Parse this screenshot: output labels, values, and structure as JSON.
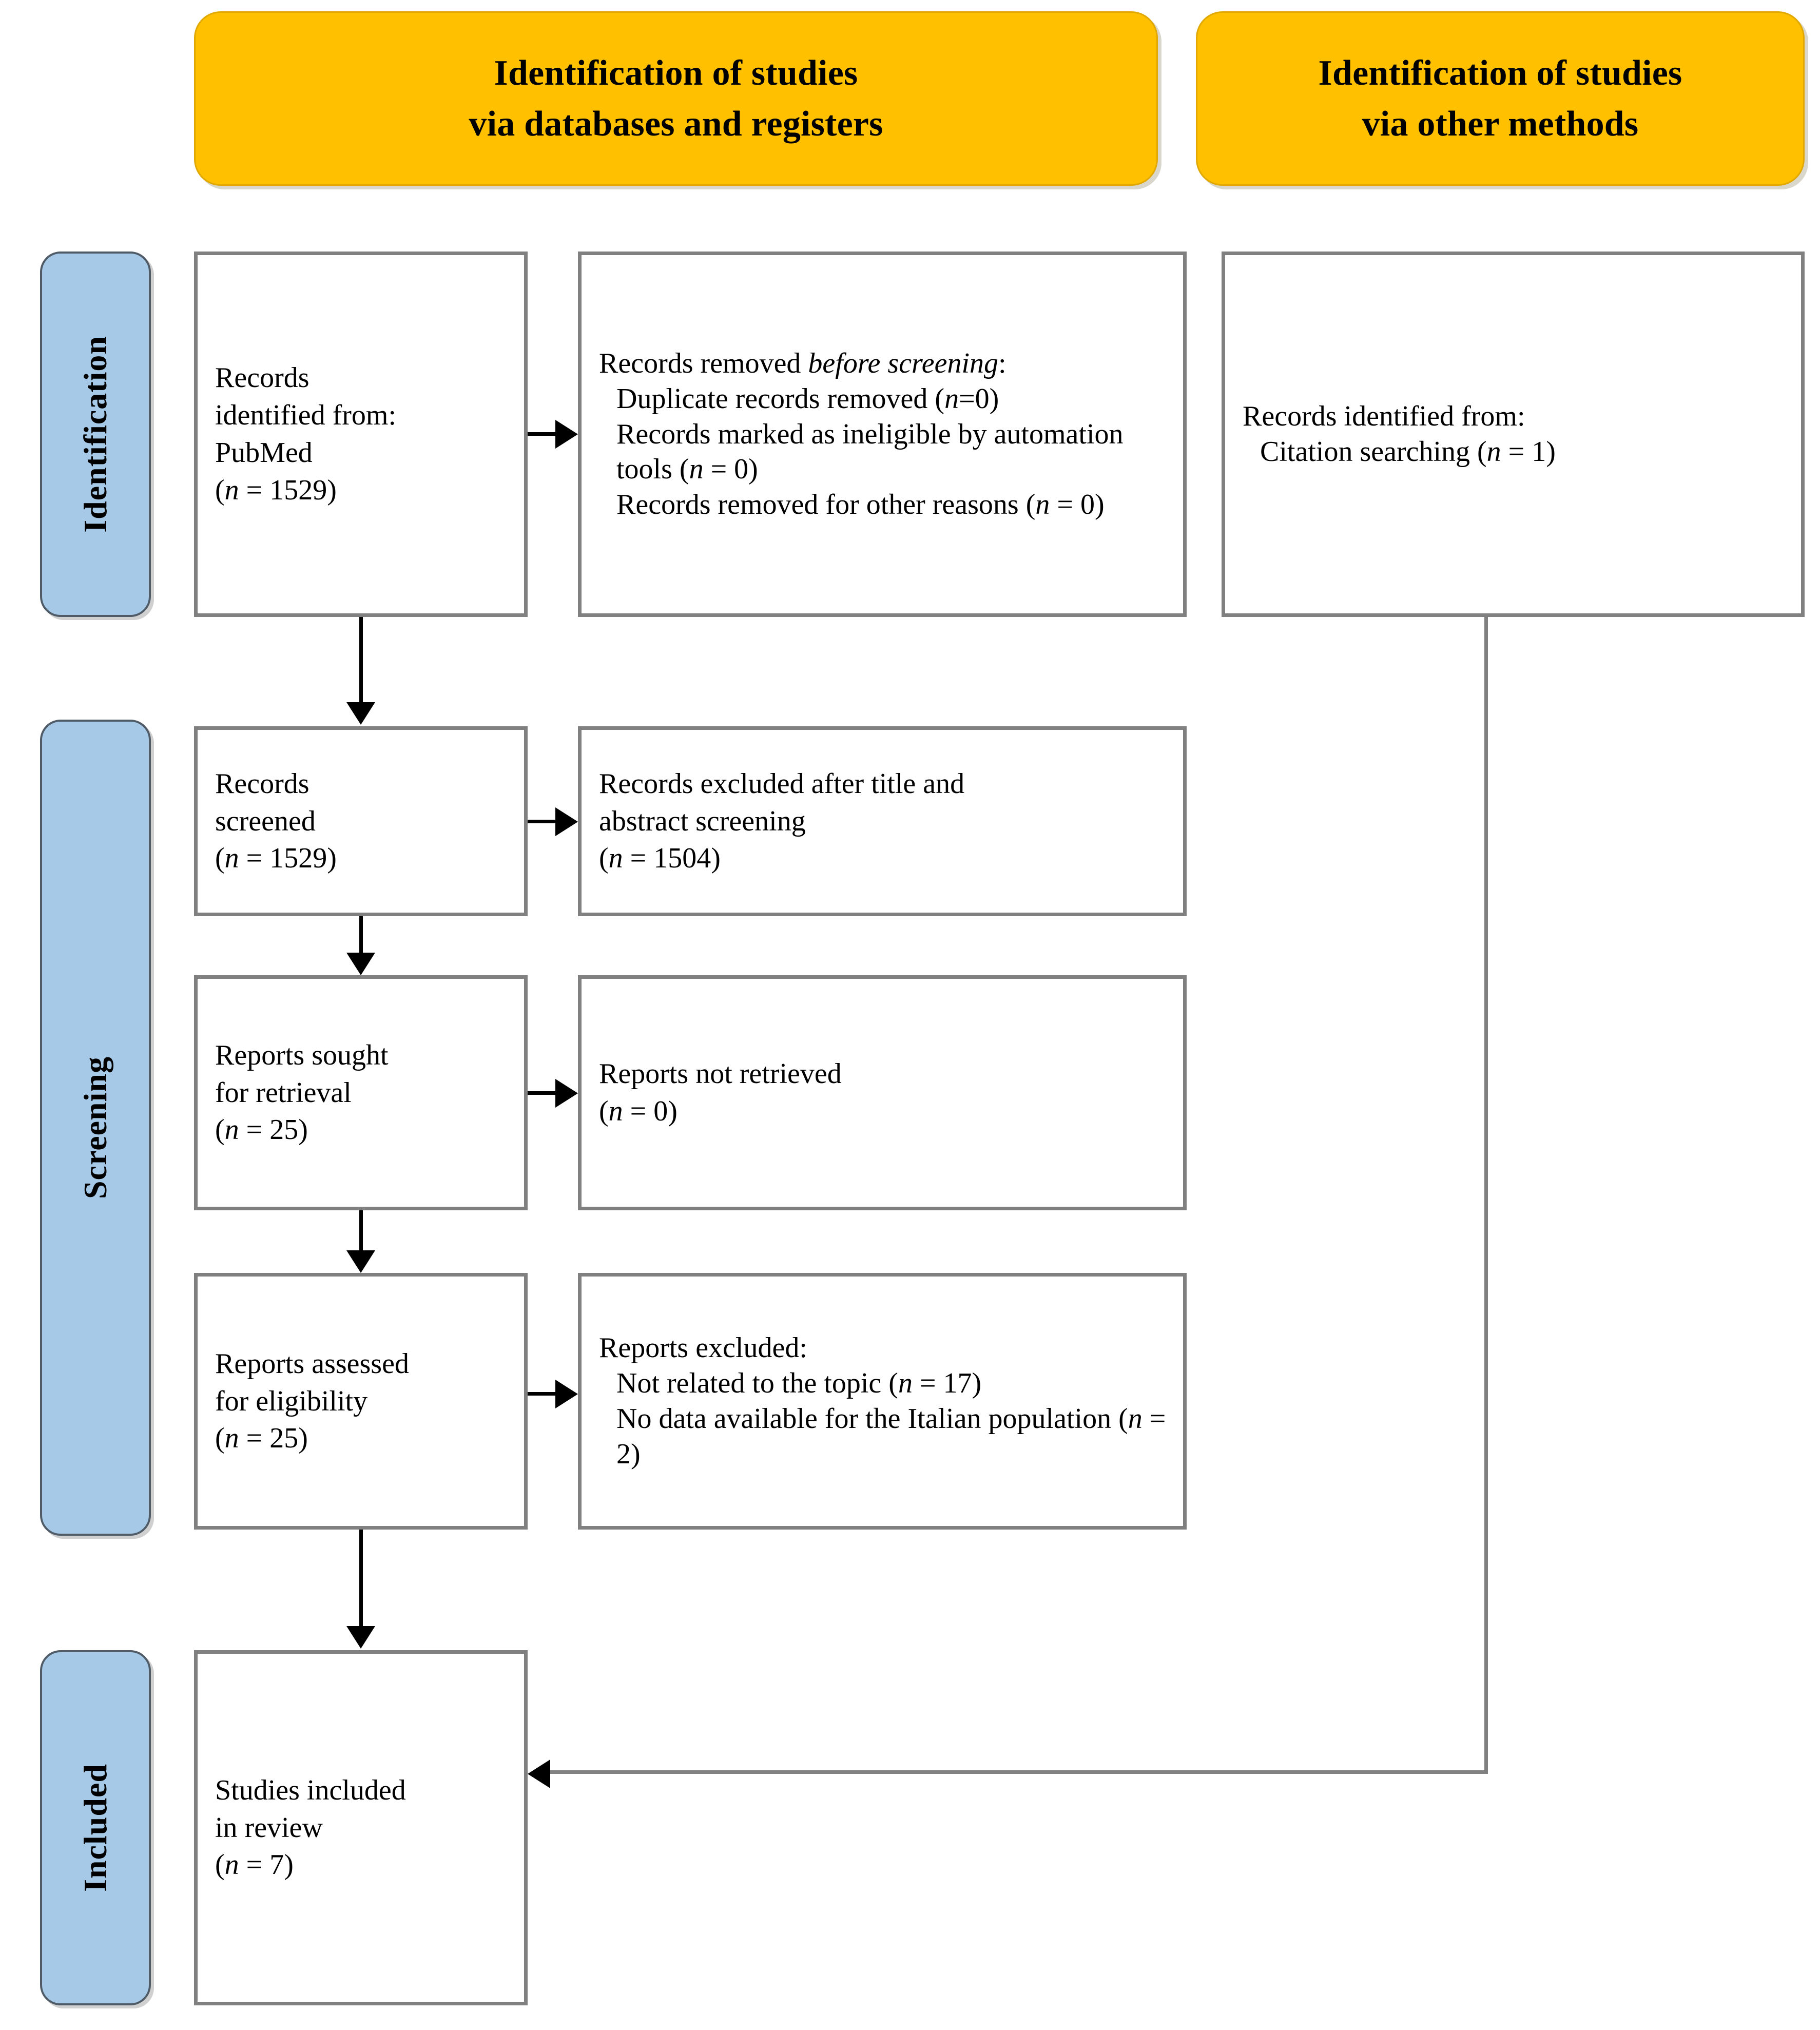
{
  "diagram": {
    "title": "PRISMA flow diagram",
    "colors": {
      "banner_fill": "#FFC000",
      "stage_fill": "#A6C9E8",
      "box_border": "#808080",
      "connector": "#000000",
      "text": "#000000"
    }
  },
  "banners": {
    "left": {
      "line1": "Identification of studies",
      "line2": "via databases and registers"
    },
    "right": {
      "line1": "Identification of studies",
      "line2": "via other methods"
    }
  },
  "stages": {
    "identification": "Identification",
    "screening": "Screening",
    "included": "Included"
  },
  "boxes": {
    "records_identified": {
      "line1": "Records",
      "line2": "identified from:",
      "line3": "PubMed",
      "n_prefix": "(",
      "n_symbol": "n",
      "n_value": " = 1529)"
    },
    "records_removed": {
      "heading_plain": "Records removed ",
      "heading_italic": "before screening",
      "heading_colon": ":",
      "item1_text": "Duplicate records removed (",
      "item1_n": "n",
      "item1_value": "=0)",
      "item2_text": "Records marked as ineligible by automation tools (",
      "item2_n": "n",
      "item2_value": " = 0)",
      "item3_text": "Records removed for other reasons (",
      "item3_n": "n",
      "item3_value": " = 0)"
    },
    "citation_identified": {
      "line1": "Records identified from:",
      "line2_text": "Citation searching (",
      "line2_n": "n",
      "line2_value": " = 1)"
    },
    "records_screened": {
      "line1": "Records",
      "line2": "screened",
      "n_symbol": "n",
      "n_value": " = 1529)"
    },
    "records_excluded": {
      "line1": "Records excluded after title and",
      "line2": "abstract screening",
      "n_symbol": "n",
      "n_value": " = 1504)"
    },
    "reports_sought": {
      "line1": "Reports sought",
      "line2": "for retrieval",
      "n_symbol": "n",
      "n_value": " = 25)"
    },
    "reports_not_retrieved": {
      "line1": "Reports not retrieved",
      "n_symbol": "n",
      "n_value": " = 0)"
    },
    "reports_assessed": {
      "line1": "Reports assessed",
      "line2": "for eligibility",
      "n_symbol": "n",
      "n_value": " = 25)"
    },
    "reports_excluded": {
      "heading": "Reports excluded:",
      "item1_text": "Not related to the topic (",
      "item1_n": "n",
      "item1_value": " = 17)",
      "item2_text": "No data available for the Italian population (",
      "item2_n": "n",
      "item2_value": " = 2)"
    },
    "studies_included": {
      "line1": "Studies included",
      "line2": "in review",
      "n_symbol": "n",
      "n_value": " = 7)"
    }
  }
}
